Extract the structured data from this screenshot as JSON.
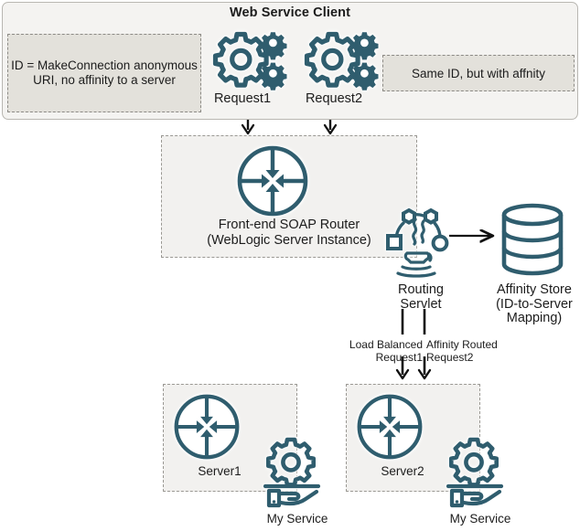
{
  "colors": {
    "teal": "#2f5d6e",
    "panel_fill": "#f4f3f1",
    "panel_border": "#b9b7b2",
    "note_fill": "#e3e1db",
    "note_border": "#8c8a85",
    "zone_fill": "#f2f1ef",
    "zone_border": "#9a9893",
    "text": "#1c1c1c",
    "arrow": "#111111"
  },
  "client": {
    "title": "Web Service Client",
    "note_left": "ID = MakeConnection anonymous URI, no affinity to a server",
    "note_right": "Same ID, but with affnity",
    "request1_label": "Request1",
    "request2_label": "Request2",
    "request1_icon": "gears-icon",
    "request2_icon": "gears-icon"
  },
  "router": {
    "label": "Front-end SOAP Router\n(WebLogic Server Instance)",
    "icon": "router-icon"
  },
  "servlet": {
    "label": "Routing\nServlet",
    "icon": "java-network-icon"
  },
  "affinity_store": {
    "label": "Affinity Store\n(ID-to-Server\nMapping)",
    "icon": "database-icon"
  },
  "flows": {
    "load_balanced": "Load Balanced\nRequest1",
    "affinity_routed": "Affinity Routed\nRequest2"
  },
  "servers": [
    {
      "name": "Server1",
      "icon": "router-icon",
      "service_label": "My Service",
      "service_icon": "gear-on-hand-icon"
    },
    {
      "name": "Server2",
      "icon": "router-icon",
      "service_label": "My Service",
      "service_icon": "gear-on-hand-icon"
    }
  ]
}
